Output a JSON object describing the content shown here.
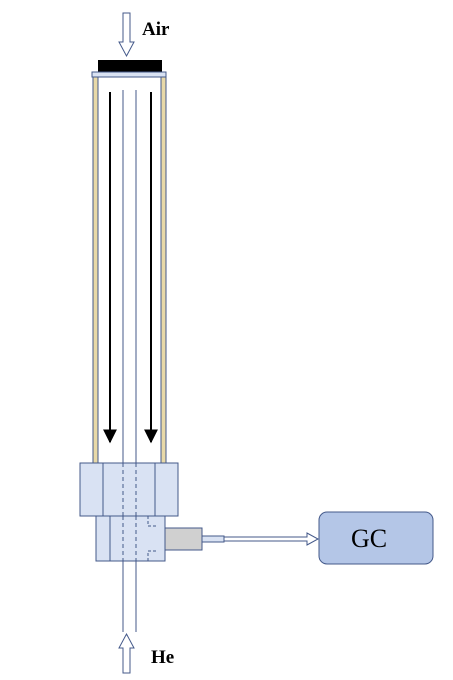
{
  "labels": {
    "air": "Air",
    "he": "He",
    "gc": "GC"
  },
  "colors": {
    "tube_stroke": "#44598a",
    "fitting_fill": "#d9e2f3",
    "gc_fill": "#b4c6e7",
    "insulation_fill": "#e8d9a8",
    "cap_fill": "#000000",
    "adapter_fill": "#d0d0d0",
    "arrow_fill": "#ffffff"
  }
}
